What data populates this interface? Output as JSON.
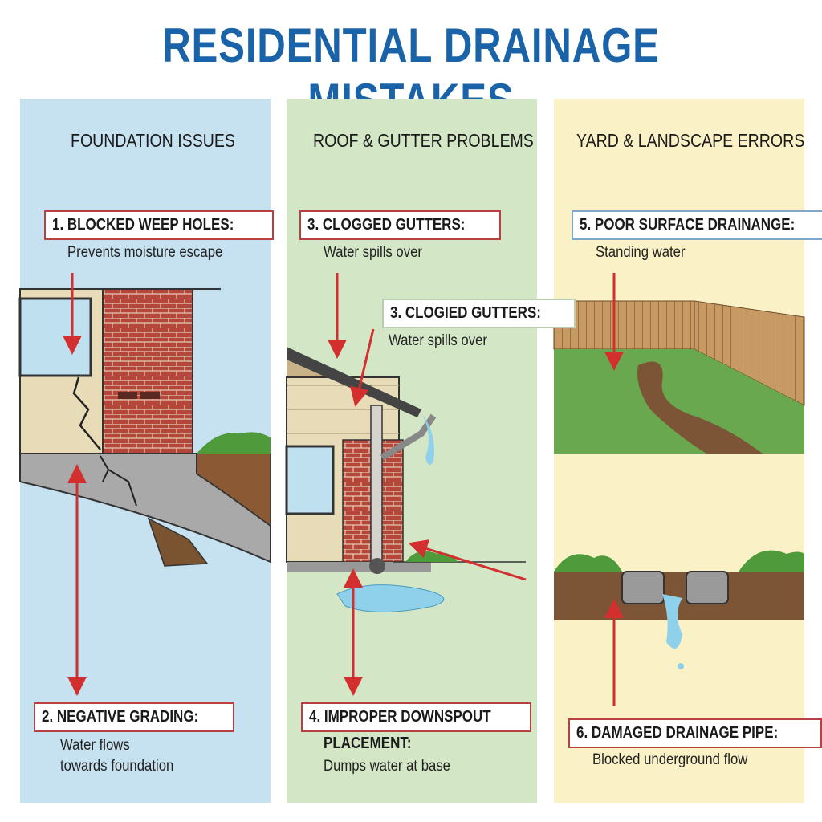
{
  "title": "RESIDENTIAL DRAINAGE MISTAKES",
  "colors": {
    "title": "#1b63a8",
    "arrow": "#d32f2f",
    "panel_foundation": "#c6e1ef",
    "panel_roof": "#d3e6c5",
    "panel_yard": "#faf2c6"
  },
  "panels": [
    {
      "heading": "FOUNDATION ISSUES",
      "callouts": [
        {
          "label": "1. BLOCKED WEEP HOLES:",
          "desc": "Prevents moisture escape"
        },
        {
          "label": "2. NEGATIVE GRADING:",
          "desc_lines": [
            "Water flows",
            "towards foundation"
          ]
        }
      ]
    },
    {
      "heading": "ROOF & GUTTER PROBLEMS",
      "callouts": [
        {
          "label": "3. CLOGGED GUTTERS:",
          "desc": "Water spills over"
        },
        {
          "label": "3. CLOGIED GUTTERS:",
          "desc": "Water spills over"
        },
        {
          "label": "4. IMPROPER DOWNSPOUT",
          "label_cont": "PLACEMENT:",
          "desc": "Dumps water at base"
        }
      ]
    },
    {
      "heading": "YARD & LANDSCAPE ERRORS",
      "callouts": [
        {
          "label": "5. POOR SURFACE DRAINANGE:",
          "desc": "Standing water"
        },
        {
          "label": "6. DAMAGED DRAINAGE PIPE:",
          "desc": "Blocked underground flow"
        }
      ]
    }
  ]
}
